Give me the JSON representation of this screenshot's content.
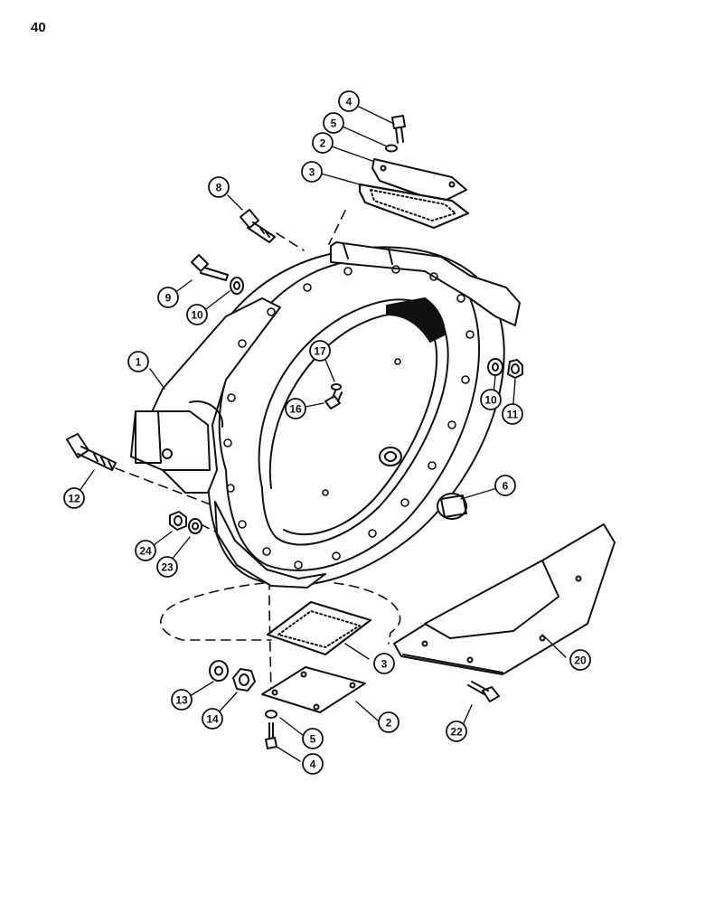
{
  "page": {
    "number": "40"
  },
  "callouts": [
    {
      "id": "c-4-top",
      "label": "4"
    },
    {
      "id": "c-5-top",
      "label": "5"
    },
    {
      "id": "c-2-top",
      "label": "2"
    },
    {
      "id": "c-3-top",
      "label": "3"
    },
    {
      "id": "c-8",
      "label": "8"
    },
    {
      "id": "c-9",
      "label": "9"
    },
    {
      "id": "c-10-left",
      "label": "10"
    },
    {
      "id": "c-1",
      "label": "1"
    },
    {
      "id": "c-17",
      "label": "17"
    },
    {
      "id": "c-16",
      "label": "16"
    },
    {
      "id": "c-10-right",
      "label": "10"
    },
    {
      "id": "c-11",
      "label": "11"
    },
    {
      "id": "c-12",
      "label": "12"
    },
    {
      "id": "c-6",
      "label": "6"
    },
    {
      "id": "c-24",
      "label": "24"
    },
    {
      "id": "c-23",
      "label": "23"
    },
    {
      "id": "c-3-bottom",
      "label": "3"
    },
    {
      "id": "c-20",
      "label": "20"
    },
    {
      "id": "c-13",
      "label": "13"
    },
    {
      "id": "c-14",
      "label": "14"
    },
    {
      "id": "c-2-bottom",
      "label": "2"
    },
    {
      "id": "c-5-bottom",
      "label": "5"
    },
    {
      "id": "c-4-bottom",
      "label": "4"
    },
    {
      "id": "c-22",
      "label": "22"
    }
  ]
}
